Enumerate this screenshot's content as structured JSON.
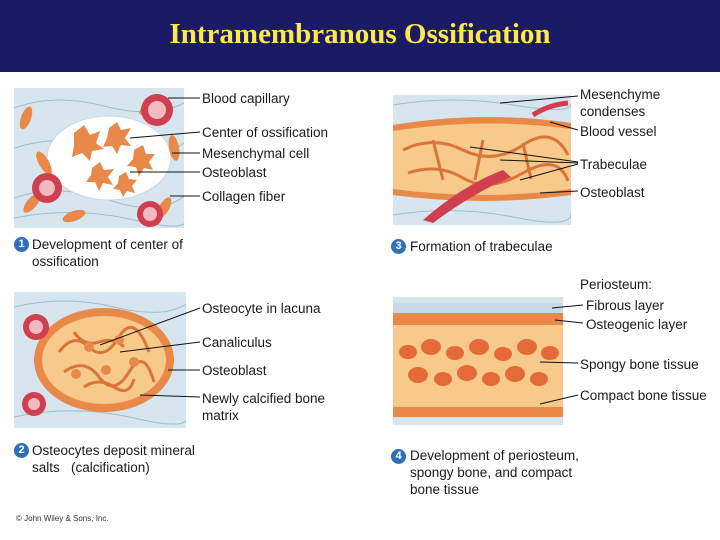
{
  "title": "Intramembranous Ossification",
  "colors": {
    "title_bar": "#1a1a66",
    "title_text": "#ffe84a",
    "tissue_bg": "#d7e6ee",
    "bone_matrix": "#f7c98a",
    "cells": "#e8894a",
    "red_cell": "#cf3f4f",
    "step_badge": "#2f6fb8"
  },
  "panels": [
    {
      "step": "1",
      "caption": "Development of center of ossification",
      "labels": [
        "Blood capillary",
        "Center of ossification",
        "Mesenchymal cell",
        "Osteoblast",
        "Collagen fiber"
      ]
    },
    {
      "step": "3",
      "caption": "Formation of trabeculae",
      "labels": [
        "Mesenchyme condenses",
        "Blood vessel",
        "Trabeculae",
        "Osteoblast"
      ]
    },
    {
      "step": "2",
      "caption": "Osteocytes deposit mineral salts   (calcification)",
      "labels": [
        "Osteocyte in lacuna",
        "Canaliculus",
        "Osteoblast",
        "Newly calcified bone matrix"
      ]
    },
    {
      "step": "4",
      "caption": "Development of periosteum, spongy bone, and compact bone tissue",
      "header": "Periosteum:",
      "labels": [
        "Fibrous layer",
        "Osteogenic layer",
        "Spongy bone tissue",
        "Compact bone tissue"
      ]
    }
  ],
  "copyright": "© John Wiley & Sons, Inc."
}
